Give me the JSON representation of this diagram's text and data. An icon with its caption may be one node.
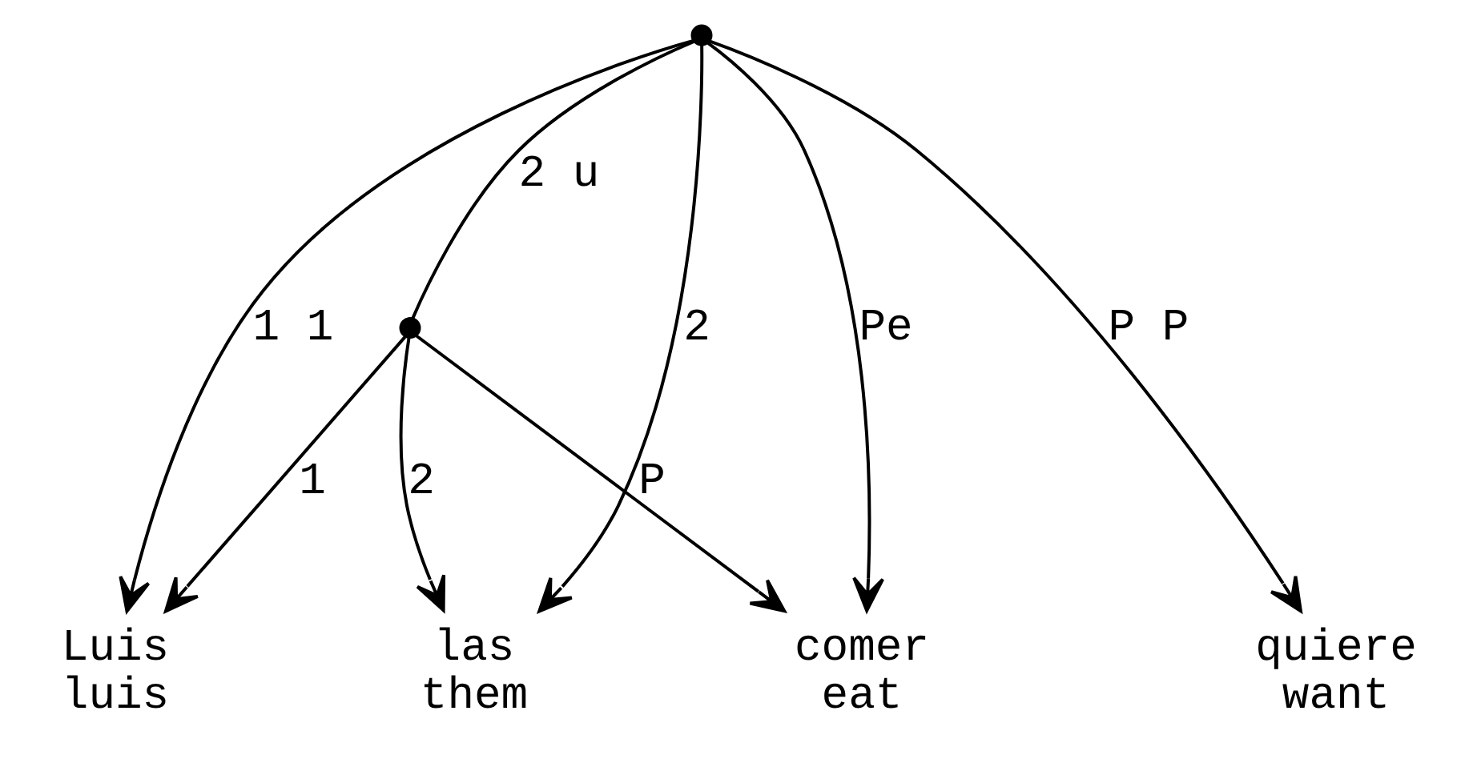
{
  "diagram": {
    "nodes": [
      {
        "text": [],
        "shape": "circle"
      },
      {
        "text": [],
        "shape": "circle"
      },
      {
        "text": [
          "quiere",
          "want"
        ]
      },
      {
        "text": [
          "Luis",
          "luis"
        ]
      },
      {
        "text": [
          "las",
          "them"
        ]
      },
      {
        "text": [
          "comer",
          "eat"
        ]
      }
    ],
    "edges": [
      {
        "from": 0,
        "to": 2,
        "arrow": "to",
        "label": "P P"
      },
      {
        "from": 0,
        "to": 3,
        "arrow": "to",
        "label": "1 1"
      },
      {
        "from": 0,
        "to": 4,
        "arrow": "to",
        "label": "2"
      },
      {
        "from": 0,
        "to": 1,
        "arrow": "none",
        "label": "2 u"
      },
      {
        "from": 0,
        "to": 5,
        "arrow": "to",
        "label": "Pe"
      },
      {
        "from": 1,
        "to": 3,
        "arrow": "to",
        "label": "1"
      },
      {
        "from": 1,
        "to": 4,
        "arrow": "to",
        "label": "2"
      },
      {
        "from": 1,
        "to": 5,
        "arrow": "to",
        "label": "P"
      }
    ]
  }
}
